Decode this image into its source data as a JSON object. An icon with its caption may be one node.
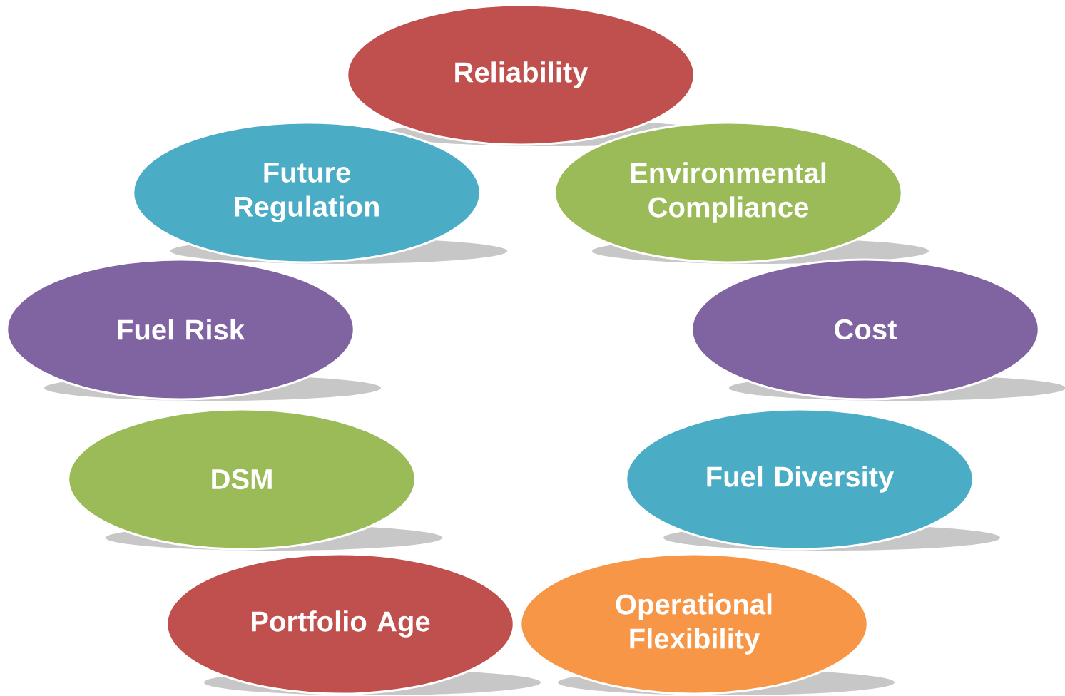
{
  "diagram": {
    "nodes": [
      {
        "text": [
          "Reliability"
        ]
      },
      {
        "text": [
          "Future Regulation"
        ]
      },
      {
        "text": [
          "Environmental Compliance"
        ]
      },
      {
        "text": [
          "Fuel Risk"
        ]
      },
      {
        "text": [
          "Cost"
        ]
      },
      {
        "text": [
          "DSM"
        ]
      },
      {
        "text": [
          "Fuel Diversity"
        ]
      },
      {
        "text": [
          "Portfolio Age"
        ]
      },
      {
        "text": [
          "Operational Flexibility"
        ]
      }
    ]
  }
}
